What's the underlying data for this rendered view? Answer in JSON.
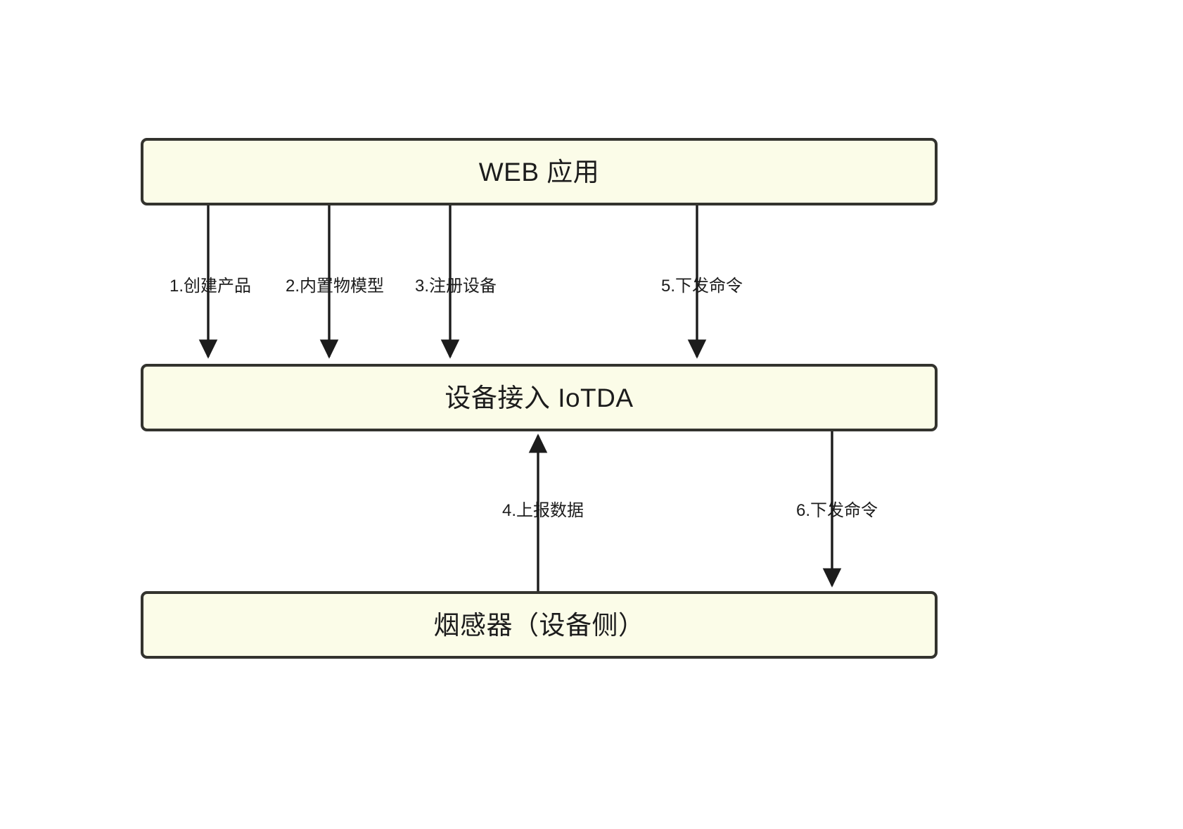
{
  "diagram": {
    "type": "flowchart",
    "background_color": "#ffffff",
    "node_fill_color": "#fbfce8",
    "node_border_color": "#33332e",
    "edge_color": "#1c1c1c",
    "nodes": [
      {
        "id": "web-app",
        "label": "WEB 应用"
      },
      {
        "id": "iotda",
        "label": "设备接入 IoTDA"
      },
      {
        "id": "smoke-sensor",
        "label": "烟感器（设备侧）"
      }
    ],
    "edges": [
      {
        "id": "e1",
        "label": "1.创建产品",
        "from": "web-app",
        "to": "iotda",
        "direction": "down"
      },
      {
        "id": "e2",
        "label": "2.内置物模型",
        "from": "web-app",
        "to": "iotda",
        "direction": "down"
      },
      {
        "id": "e3",
        "label": "3.注册设备",
        "from": "web-app",
        "to": "iotda",
        "direction": "down"
      },
      {
        "id": "e5",
        "label": "5.下发命令",
        "from": "web-app",
        "to": "iotda",
        "direction": "down"
      },
      {
        "id": "e4",
        "label": "4.上报数据",
        "from": "smoke-sensor",
        "to": "iotda",
        "direction": "up"
      },
      {
        "id": "e6",
        "label": "6.下发命令",
        "from": "iotda",
        "to": "smoke-sensor",
        "direction": "down"
      }
    ]
  }
}
